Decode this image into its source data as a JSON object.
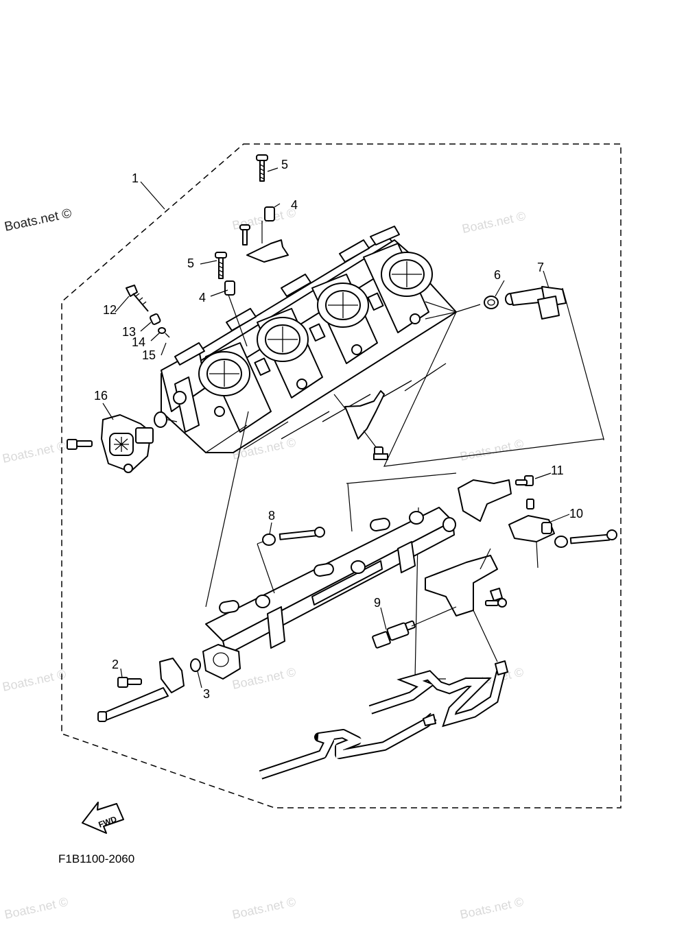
{
  "watermark": {
    "main": "Boats.net ©",
    "repeated": "Boats.net ©"
  },
  "callouts": [
    "1",
    "2",
    "3",
    "4",
    "4",
    "5",
    "5",
    "6",
    "7",
    "8",
    "9",
    "10",
    "11",
    "12",
    "13",
    "14",
    "15",
    "16"
  ],
  "fwd_arrow": {
    "label": "FWD"
  },
  "reference_code": "F1B1100-2060"
}
